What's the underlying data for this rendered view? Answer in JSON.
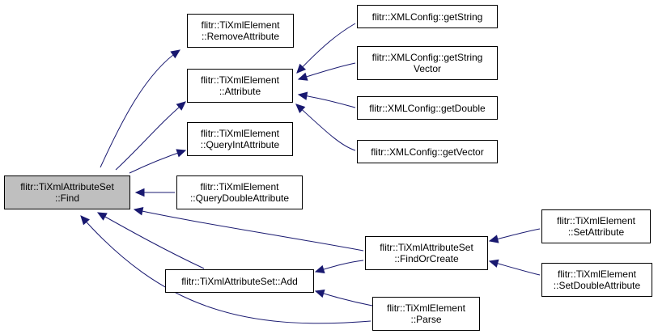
{
  "diagram": {
    "nodes": {
      "find": {
        "lines": [
          "flitr::TiXmlAttributeSet",
          "::Find"
        ]
      },
      "removeattr": {
        "lines": [
          "flitr::TiXmlElement",
          "::RemoveAttribute"
        ]
      },
      "attribute": {
        "lines": [
          "flitr::TiXmlElement",
          "::Attribute"
        ]
      },
      "queryint": {
        "lines": [
          "flitr::TiXmlElement",
          "::QueryIntAttribute"
        ]
      },
      "querydouble": {
        "lines": [
          "flitr::TiXmlElement",
          "::QueryDoubleAttribute"
        ]
      },
      "add": {
        "lines": [
          "flitr::TiXmlAttributeSet::Add"
        ]
      },
      "getstring": {
        "lines": [
          "flitr::XMLConfig::getString"
        ]
      },
      "getstringvec": {
        "lines": [
          "flitr::XMLConfig::getString",
          "Vector"
        ]
      },
      "getdouble": {
        "lines": [
          "flitr::XMLConfig::getDouble"
        ]
      },
      "getvector": {
        "lines": [
          "flitr::XMLConfig::getVector"
        ]
      },
      "findorcreate": {
        "lines": [
          "flitr::TiXmlAttributeSet",
          "::FindOrCreate"
        ]
      },
      "parse": {
        "lines": [
          "flitr::TiXmlElement",
          "::Parse"
        ]
      },
      "setattr": {
        "lines": [
          "flitr::TiXmlElement",
          "::SetAttribute"
        ]
      },
      "setdoubleattr": {
        "lines": [
          "flitr::TiXmlElement",
          "::SetDoubleAttribute"
        ]
      }
    },
    "edges": [
      {
        "from": "removeattr",
        "to": "find"
      },
      {
        "from": "attribute",
        "to": "find"
      },
      {
        "from": "queryint",
        "to": "find"
      },
      {
        "from": "querydouble",
        "to": "find"
      },
      {
        "from": "findorcreate",
        "to": "find"
      },
      {
        "from": "add",
        "to": "find"
      },
      {
        "from": "parse",
        "to": "find"
      },
      {
        "from": "getstring",
        "to": "attribute"
      },
      {
        "from": "getstringvec",
        "to": "attribute"
      },
      {
        "from": "getdouble",
        "to": "attribute"
      },
      {
        "from": "getvector",
        "to": "attribute"
      },
      {
        "from": "findorcreate",
        "to": "add"
      },
      {
        "from": "parse",
        "to": "add"
      },
      {
        "from": "setattr",
        "to": "findorcreate"
      },
      {
        "from": "setdoubleattr",
        "to": "findorcreate"
      }
    ],
    "colors": {
      "edge": "#191970",
      "root_fill": "#bfbfbf",
      "border": "#000000"
    }
  }
}
